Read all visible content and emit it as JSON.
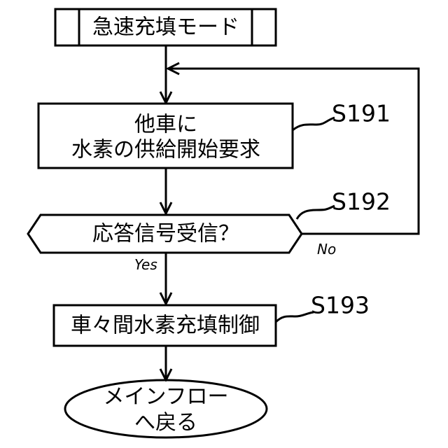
{
  "start": {
    "label": "急速充填モード"
  },
  "steps": [
    {
      "id": "S191",
      "lines": [
        "他車に",
        "水素の供給開始要求"
      ]
    },
    {
      "id": "S192",
      "question": "応答信号受信？",
      "yes": "Yes",
      "no": "No"
    },
    {
      "id": "S193",
      "label": "車々間水素充填制御"
    }
  ],
  "end": {
    "lines": [
      "メインフロー",
      "へ戻る"
    ]
  }
}
